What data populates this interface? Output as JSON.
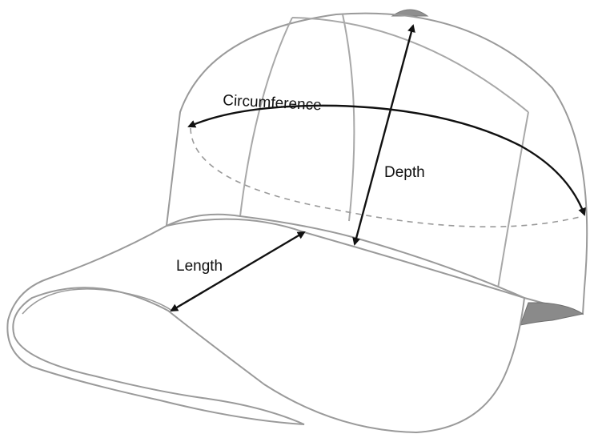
{
  "labels": {
    "circumference": "Circumference",
    "depth": "Depth",
    "length": "Length"
  },
  "colors": {
    "outline": "#9a9a9a",
    "seam": "#a8a8a8",
    "arrow": "#111111",
    "button": "#8f8f8f",
    "strap": "#8a8a8a"
  }
}
